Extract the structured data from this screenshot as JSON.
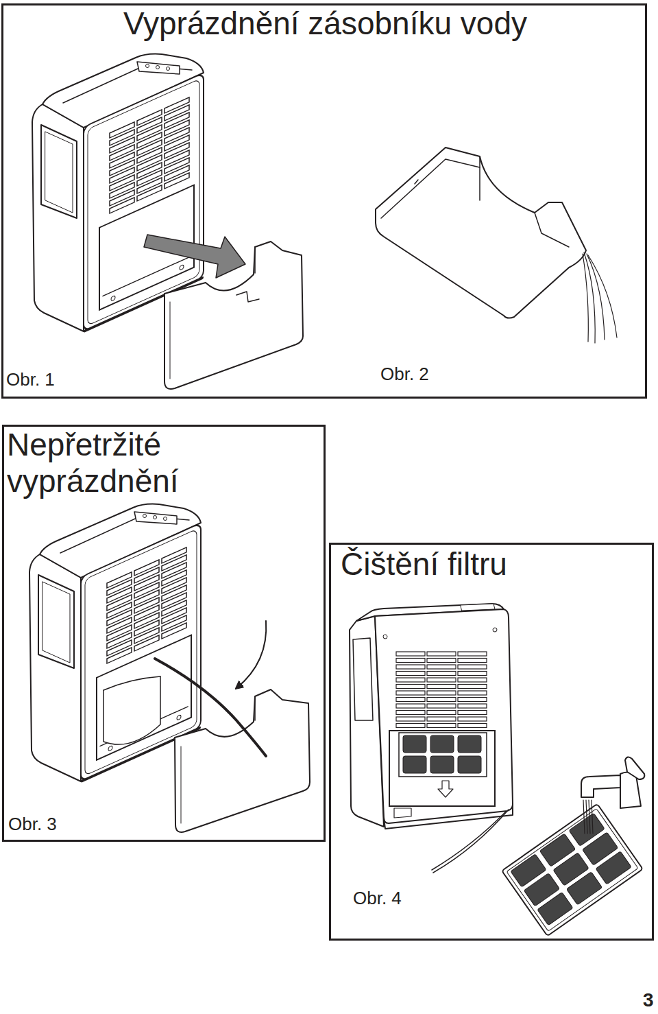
{
  "diagram": {
    "nodes": [
      {
        "text": [
          "Vyprázdnění zásobníku vody",
          "Obr. 1",
          "Obr. 2"
        ]
      },
      {
        "text": [
          "Nepřetržité vyprázdnění",
          "Obr. 3"
        ]
      },
      {
        "text": [
          "Čištění filtru",
          "Obr. 4"
        ]
      }
    ],
    "labels": [
      "3"
    ]
  }
}
